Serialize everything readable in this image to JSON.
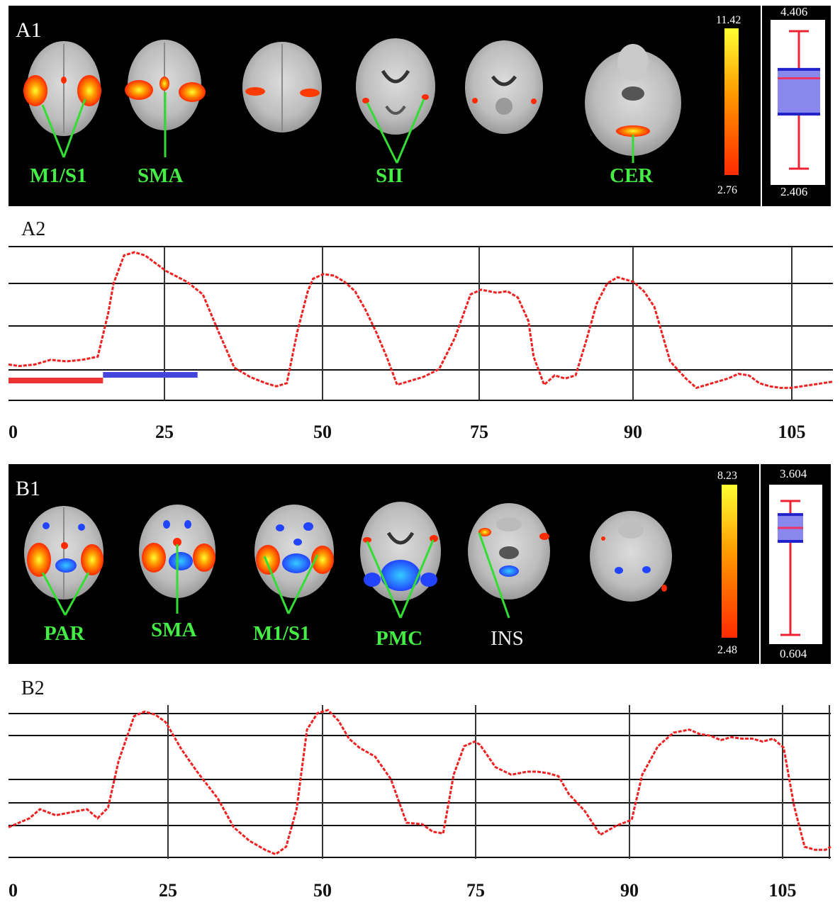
{
  "panels": [
    {
      "id": "A",
      "map_label": "A1",
      "plot_label": "A2",
      "regions": [
        "M1/S1",
        "SMA",
        "SII",
        "CER"
      ],
      "colorbar": {
        "max": "11.42",
        "min": "2.76"
      },
      "boxplot": {
        "max_label": "4.406",
        "min_label": "2.406",
        "max": 4.406,
        "min": 2.406,
        "q1": 3.2,
        "q3": 3.85,
        "median": 3.72
      },
      "activation_colors": [
        "#ffff33",
        "#ff9900",
        "#ff2a00"
      ]
    },
    {
      "id": "B",
      "map_label": "B1",
      "plot_label": "B2",
      "regions": [
        "PAR",
        "SMA",
        "M1/S1",
        "PMC",
        "INS"
      ],
      "colorbar": {
        "max": "8.23",
        "min": "2.48"
      },
      "boxplot": {
        "max_label": "3.604",
        "min_label": "0.604",
        "max": 3.604,
        "min": 0.604,
        "q1": 2.7,
        "q3": 3.3,
        "median": 3.0
      },
      "activation_colors": [
        "#ffff33",
        "#ff9900",
        "#ff2a00"
      ],
      "deactivation_colors": [
        "#2244ff",
        "#33ccff"
      ]
    }
  ],
  "chart_data": [
    {
      "type": "line",
      "title": "A2",
      "x_tick_labels": [
        "0",
        "25",
        "50",
        "75",
        "90",
        "105"
      ],
      "x_tick_positions": [
        0,
        30,
        60,
        90,
        120,
        150
      ],
      "xlim": [
        0,
        157
      ],
      "ylim": [
        0,
        100
      ],
      "grid": true,
      "series": [
        {
          "color": "#ee2222",
          "style": "dashed",
          "x": [
            0,
            2,
            5,
            8,
            11,
            14,
            17,
            19,
            20,
            22,
            24,
            26,
            28,
            30,
            34,
            37,
            40,
            43,
            46,
            49,
            51,
            53,
            55,
            57,
            58,
            60,
            62,
            64,
            66,
            68,
            70,
            72,
            74,
            76,
            79,
            82,
            85,
            88,
            90,
            93,
            95,
            97,
            99,
            100,
            102,
            104,
            106,
            108,
            110,
            112,
            114,
            116,
            118,
            119,
            121,
            123,
            126,
            129,
            131,
            133,
            135,
            137,
            139,
            141,
            143,
            145,
            147,
            149,
            151,
            153,
            155,
            157
          ],
          "y": [
            23,
            22,
            23,
            26,
            25,
            26,
            28,
            56,
            75,
            93,
            95,
            93,
            88,
            83,
            76,
            68,
            44,
            21,
            15,
            11,
            9,
            11,
            44,
            70,
            78,
            81,
            80,
            76,
            70,
            58,
            44,
            28,
            10,
            12,
            15,
            20,
            40,
            68,
            71,
            69,
            70,
            66,
            51,
            28,
            10,
            16,
            14,
            16,
            38,
            62,
            75,
            79,
            77,
            76,
            70,
            60,
            25,
            14,
            8,
            10,
            12,
            14,
            17,
            16,
            11,
            9,
            8,
            8,
            9,
            10,
            11,
            12
          ],
          "note": "y in percent of plot height, scale unprinted"
        }
      ],
      "stimulus_bars": [
        {
          "color": "#ee3333",
          "x_start": 0,
          "x_end": 18
        },
        {
          "color": "#4444dd",
          "x_start": 18,
          "x_end": 36
        }
      ]
    },
    {
      "type": "line",
      "title": "B2",
      "x_tick_labels": [
        "0",
        "25",
        "50",
        "75",
        "90",
        "105"
      ],
      "x_tick_positions": [
        0,
        30,
        60,
        90,
        120,
        150
      ],
      "xlim": [
        0,
        157
      ],
      "ylim": [
        0,
        100
      ],
      "grid": true,
      "series": [
        {
          "color": "#ee2222",
          "style": "dashed",
          "x": [
            0,
            2,
            4,
            6,
            9,
            12,
            15,
            17,
            19,
            21,
            24,
            26,
            28,
            30,
            33,
            36,
            40,
            43,
            46,
            49,
            51,
            53,
            55,
            57,
            59,
            61,
            63,
            65,
            67,
            70,
            73,
            76,
            79,
            81,
            83,
            85,
            87,
            89,
            90,
            93,
            96,
            99,
            101,
            103,
            105,
            107,
            110,
            113,
            116,
            119,
            121,
            124,
            127,
            130,
            132,
            134,
            136,
            138,
            140,
            142,
            144,
            146,
            148,
            150,
            152,
            154,
            156,
            157
          ],
          "y": [
            21,
            24,
            27,
            33,
            29,
            31,
            33,
            27,
            34,
            65,
            95,
            98,
            96,
            91,
            73,
            58,
            40,
            21,
            12,
            6,
            3,
            8,
            33,
            86,
            97,
            99,
            92,
            80,
            74,
            68,
            53,
            24,
            23,
            18,
            17,
            56,
            75,
            78,
            76,
            61,
            56,
            58,
            58,
            57,
            55,
            43,
            32,
            16,
            22,
            26,
            56,
            75,
            84,
            86,
            83,
            82,
            79,
            81,
            80,
            80,
            78,
            80,
            74,
            35,
            8,
            6,
            6,
            8
          ],
          "note": "y in percent of plot height, scale unprinted"
        }
      ]
    }
  ]
}
